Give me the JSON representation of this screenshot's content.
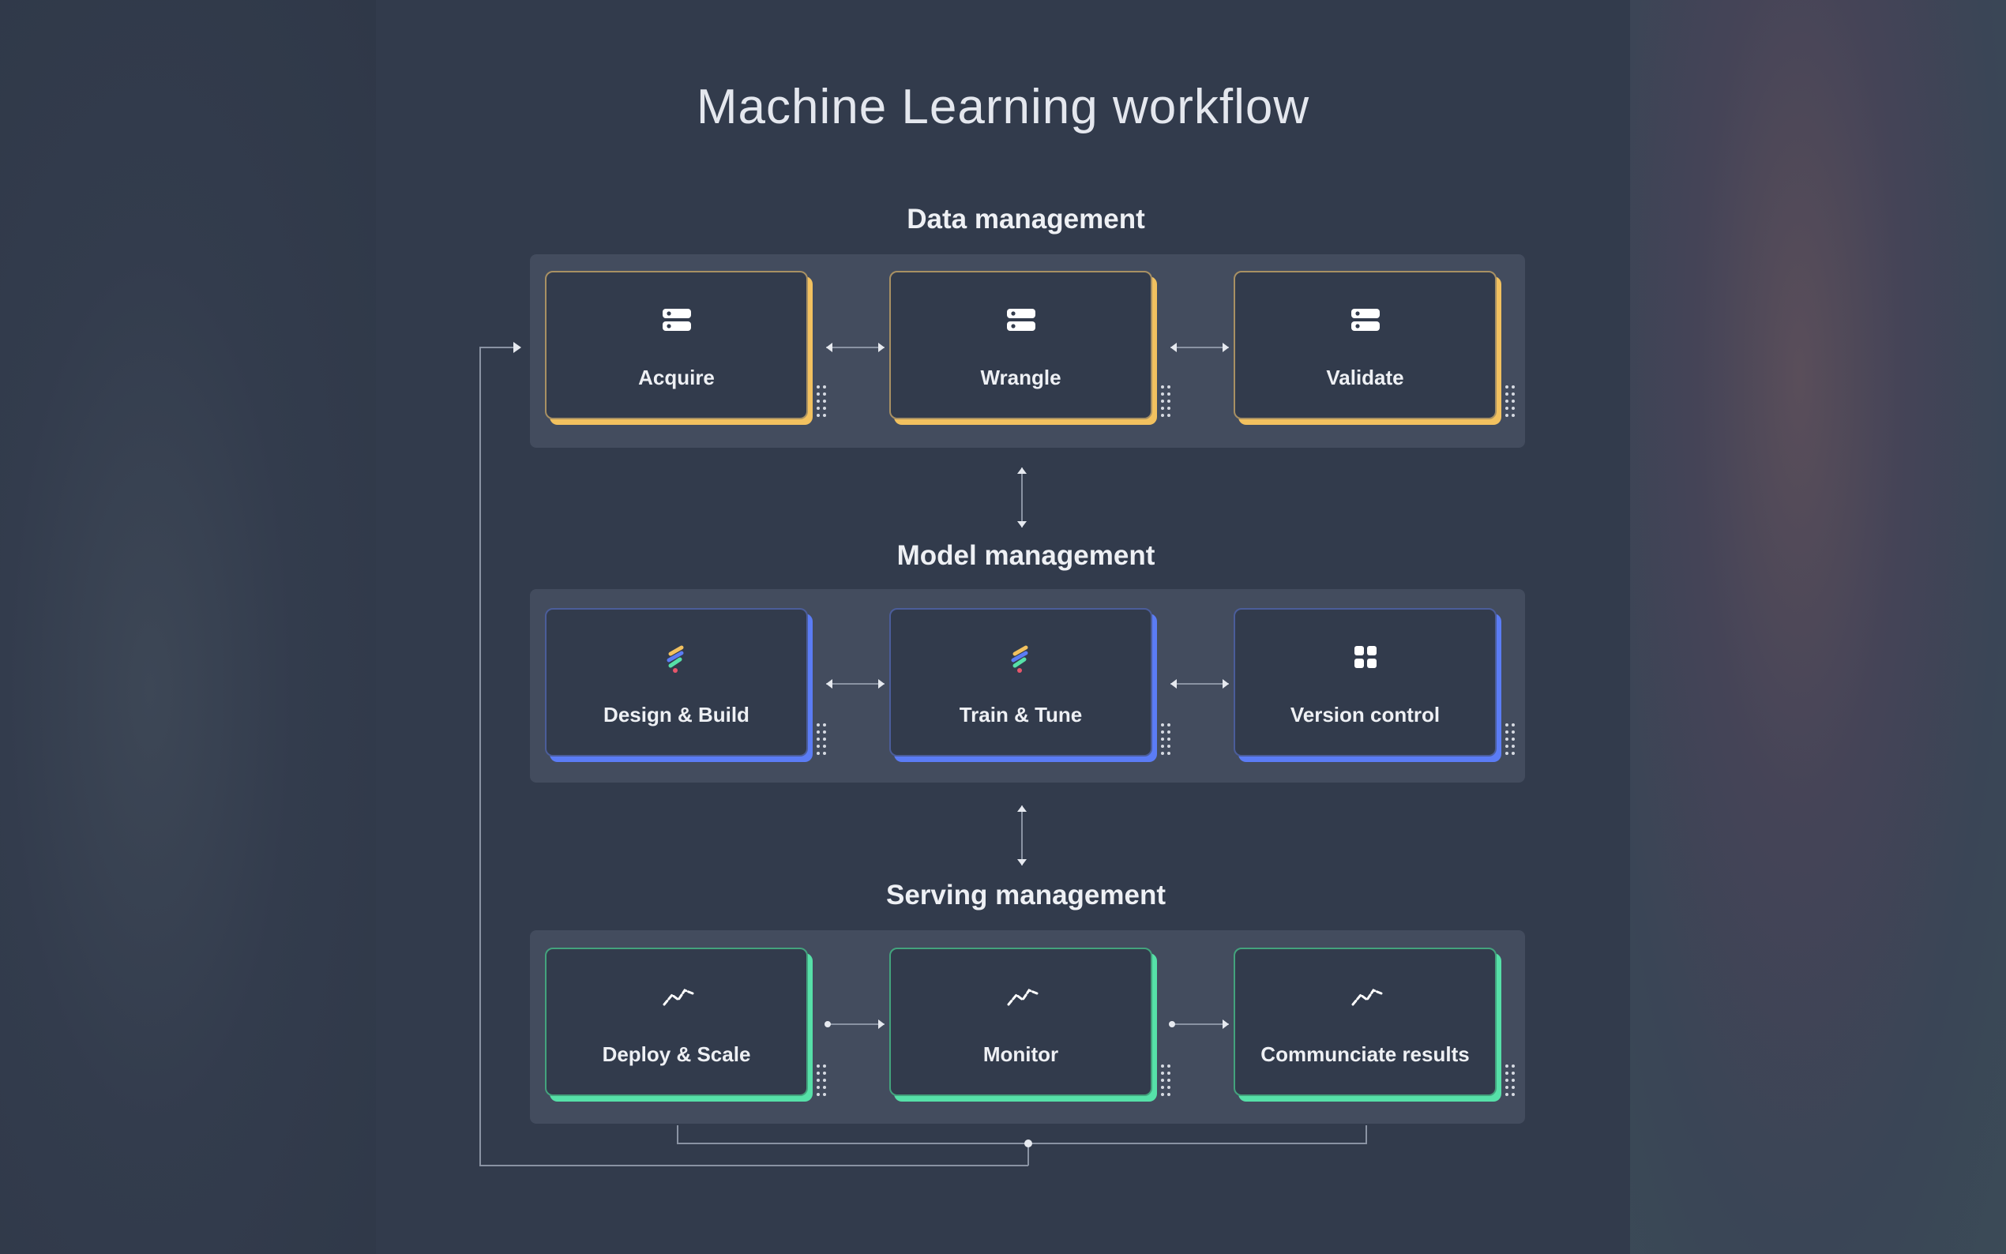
{
  "title": "Machine Learning workflow",
  "colors": {
    "background": "#323b4c",
    "panel": "#434c5e",
    "card": "#323b4c",
    "data_accent": "#f2c15f",
    "data_border": "#a89063",
    "model_accent": "#5b7cf5",
    "model_border": "#4b5d9a",
    "serving_accent": "#56e0a8",
    "serving_border": "#43a37d",
    "connector": "#8a93a3"
  },
  "sections": [
    {
      "name": "Data management",
      "accent": "data",
      "cards": [
        {
          "label": "Acquire",
          "icon": "server-icon"
        },
        {
          "label": "Wrangle",
          "icon": "server-icon"
        },
        {
          "label": "Validate",
          "icon": "server-icon"
        }
      ]
    },
    {
      "name": "Model management",
      "accent": "model",
      "cards": [
        {
          "label": "Design & Build",
          "icon": "model-build-icon"
        },
        {
          "label": "Train & Tune",
          "icon": "model-build-icon"
        },
        {
          "label": "Version control",
          "icon": "grid-blocks-icon"
        }
      ]
    },
    {
      "name": "Serving management",
      "accent": "serving",
      "cards": [
        {
          "label": "Deploy & Scale",
          "icon": "trend-line-icon"
        },
        {
          "label": "Monitor",
          "icon": "trend-line-icon"
        },
        {
          "label": "Communciate results",
          "icon": "trend-line-icon"
        }
      ]
    }
  ]
}
